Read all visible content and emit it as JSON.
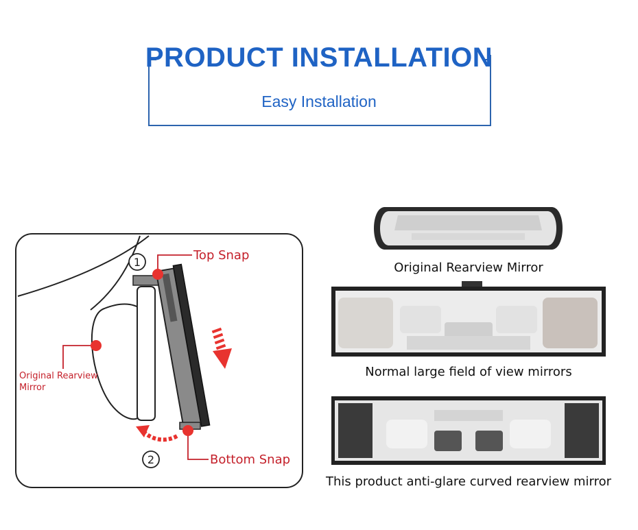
{
  "header": {
    "title": "PRODUCT INSTALLATION",
    "subtitle": "Easy Installation"
  },
  "diagram": {
    "top_snap": "Top Snap",
    "bottom_snap": "Bottom Snap",
    "original_rearview_line1": "Original Rearview",
    "original_rearview_line2": "Mirror",
    "step1": "1",
    "step2": "2"
  },
  "right": {
    "caption1": "Original Rearview Mirror",
    "caption2": "Normal large field of view mirrors",
    "caption3": "This product anti-glare curved rearview mirror"
  },
  "colors": {
    "title_blue": "#1f63c4",
    "frame_blue": "#2c64ae",
    "label_red": "#c4202a",
    "arrow_red": "#e8332f"
  }
}
